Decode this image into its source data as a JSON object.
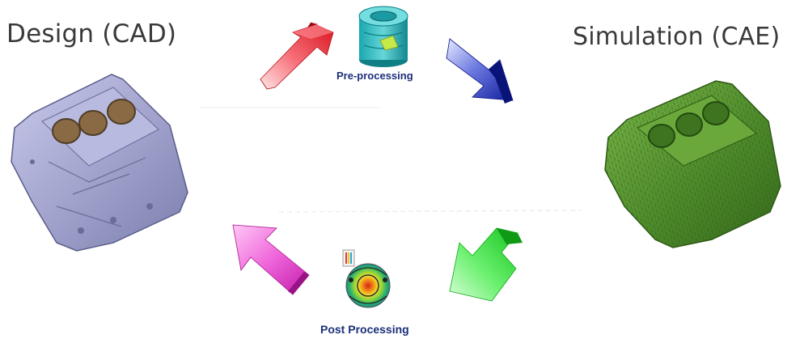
{
  "labels": {
    "left_title": "Design (CAD)",
    "right_title": "Simulation (CAE)",
    "top_step": "Pre-processing",
    "bottom_step": "Post Processing"
  },
  "colors": {
    "arrow_red": "#e0141c",
    "arrow_blue": "#1a2aa8",
    "arrow_green": "#22d42a",
    "arrow_magenta": "#d630c4",
    "cad_part": "#a9abd2",
    "cae_mesh": "#4e8a2c",
    "step_text": "#1c2f7a",
    "title_text": "#3a3a3a"
  },
  "icons": {
    "left_image": "engine-block-cad-model",
    "right_image": "engine-block-fe-mesh",
    "top_icon": "cylinder-mesh-preview",
    "bottom_icon": "stress-contour-result",
    "legend_icon": "color-legend-icon"
  }
}
